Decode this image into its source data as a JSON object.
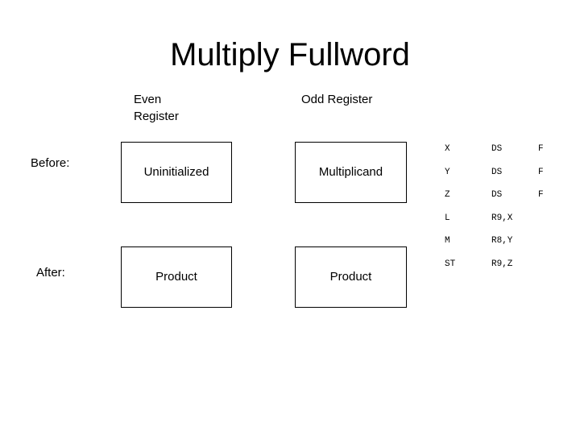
{
  "slide": {
    "title": "Multiply Fullword",
    "background_color": "#ffffff",
    "text_color": "#000000",
    "border_color": "#000000"
  },
  "headers": {
    "even_register": "Even\nRegister",
    "odd_register": "Odd Register"
  },
  "row_labels": {
    "before": "Before:",
    "after": "After:"
  },
  "boxes": {
    "even_before": "Uninitialized",
    "odd_before": "Multiplicand",
    "even_after": "Product",
    "odd_after": "Product"
  },
  "code_listing": [
    {
      "label": "X",
      "op": "DS",
      "arg": "F"
    },
    {
      "label": "Y",
      "op": "DS",
      "arg": "F"
    },
    {
      "label": "Z",
      "op": "DS",
      "arg": "F"
    },
    {
      "label": "L",
      "op": "R9,X",
      "arg": ""
    },
    {
      "label": "M",
      "op": "R8,Y",
      "arg": ""
    },
    {
      "label": "ST",
      "op": "R9,Z",
      "arg": ""
    }
  ]
}
